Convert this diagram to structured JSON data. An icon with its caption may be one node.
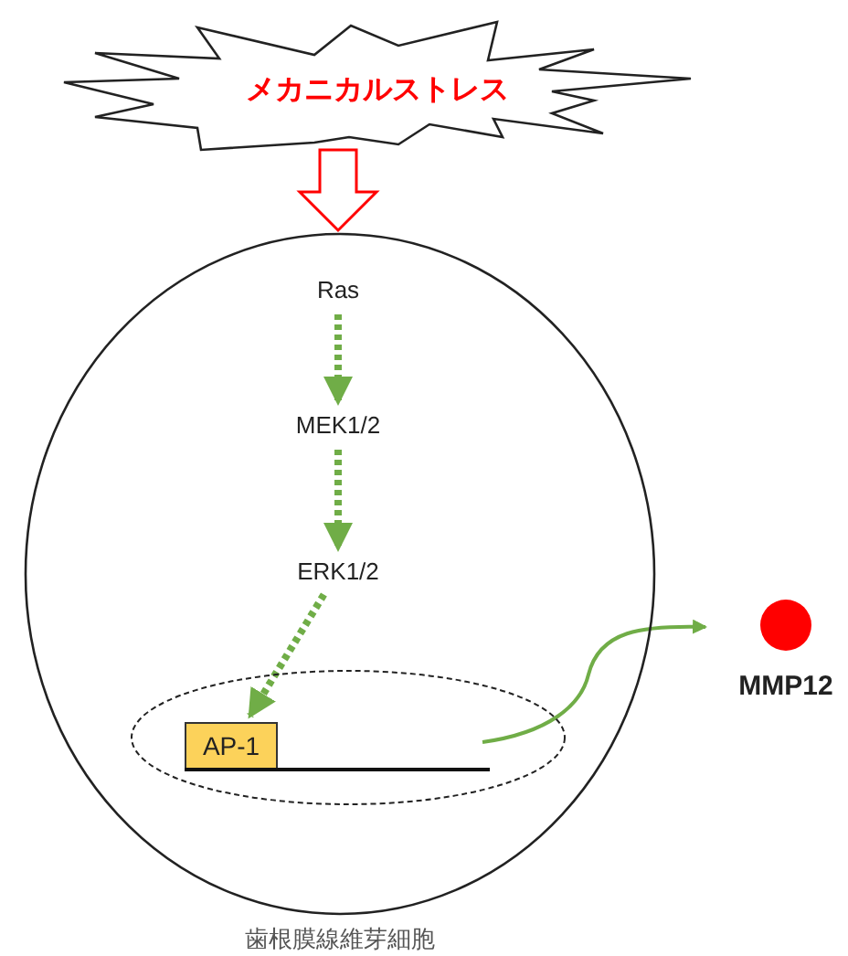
{
  "diagram": {
    "nodes": [
      {
        "text": [
          "メカニカルストレス"
        ]
      },
      {
        "text": [
          "歯根膜線維芽細胞"
        ]
      },
      {
        "text": [],
        "shape": "ellipse",
        "in": 1
      },
      {
        "text": [
          "Ras"
        ],
        "in": 1
      },
      {
        "text": [
          "MEK1/2"
        ],
        "in": 1
      },
      {
        "text": [
          "ERK1/2"
        ],
        "in": 1
      },
      {
        "text": [
          "AP-1"
        ],
        "in": 2
      },
      {
        "text": [],
        "shape": "bar",
        "in": 2
      },
      {
        "text": [
          "MMP12"
        ]
      }
    ],
    "edges": [
      {
        "from": 0,
        "to": 1,
        "arrow": "to",
        "color": "#ff0000"
      },
      {
        "from": 3,
        "to": 4,
        "arrow": "to",
        "style": "dashed",
        "color": "#70ad47"
      },
      {
        "from": 4,
        "to": 5,
        "arrow": "to",
        "style": "dashed",
        "color": "#70ad47"
      },
      {
        "from": 5,
        "to": 6,
        "arrow": "to",
        "style": "dashed",
        "color": "#70ad47"
      },
      {
        "from": 7,
        "to": 8,
        "arrow": "to",
        "color": "#70ad47"
      }
    ]
  }
}
